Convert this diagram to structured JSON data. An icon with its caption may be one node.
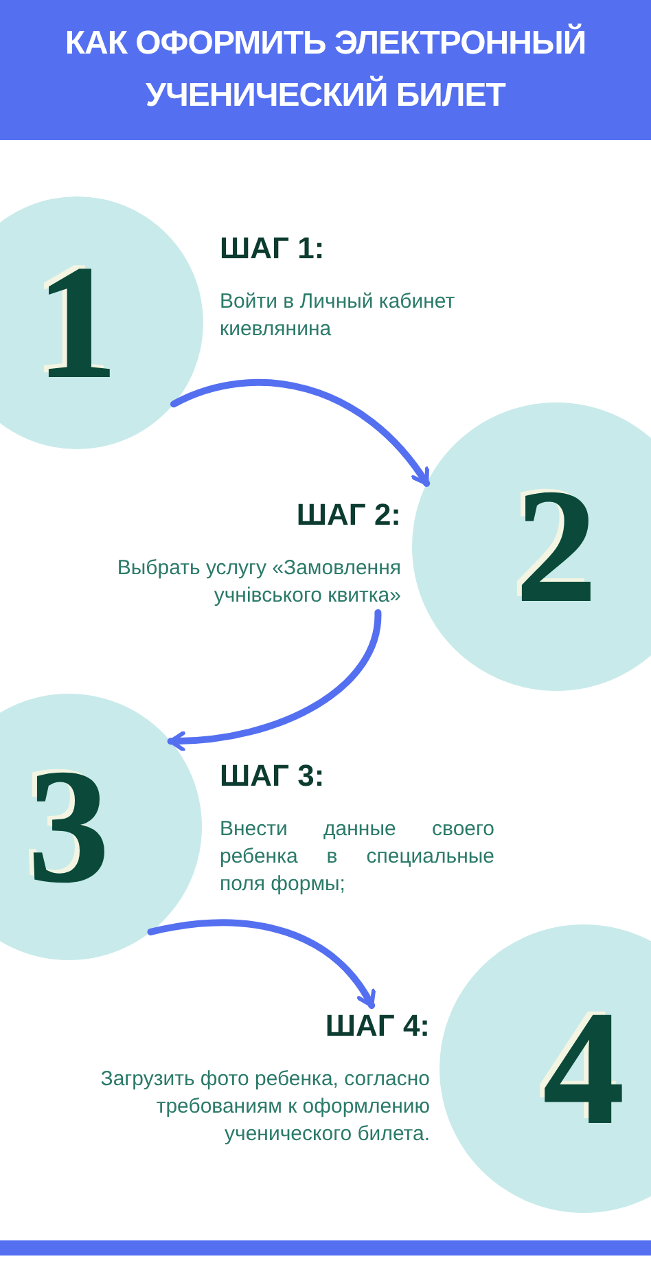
{
  "diagram": {
    "title": "КАК ОФОРМИТЬ ЭЛЕКТРОННЫЙ УЧЕНИЧЕСКИЙ БИЛЕТ",
    "nodes": [
      {
        "text": [
          "1"
        ]
      },
      {
        "text": [
          "ШАГ 1:",
          "Войти в Личный кабинет киевлянина"
        ]
      },
      {
        "text": [
          "ШАГ 2:",
          "Выбрать услугу «Замовлення учнівського квитка»"
        ]
      },
      {
        "text": [
          "2"
        ]
      },
      {
        "text": [
          "3"
        ]
      },
      {
        "text": [
          "ШАГ 3:",
          "Внести данные своего ребенка в специальные поля формы;"
        ]
      },
      {
        "text": [
          "ШАГ 4:",
          "Загрузить фото ребенка, согласно требованиям к оформлению ученического билета."
        ]
      },
      {
        "text": [
          "4"
        ]
      }
    ],
    "edges": [
      {
        "from": 0,
        "to": 3,
        "arrow": "to"
      },
      {
        "from": 2,
        "to": 4,
        "arrow": "to"
      },
      {
        "from": 4,
        "to": 6,
        "arrow": "to"
      }
    ]
  }
}
